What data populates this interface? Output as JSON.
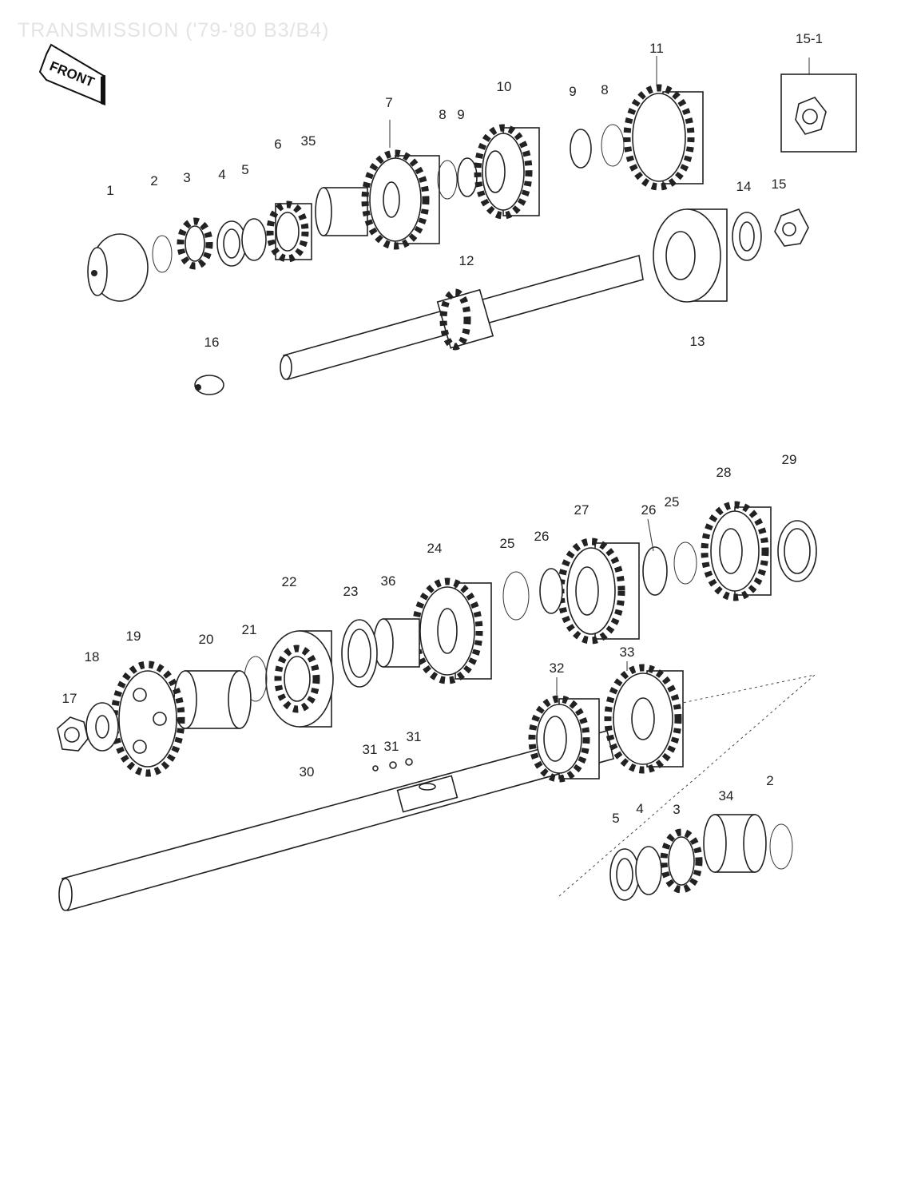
{
  "title": "TRANSMISSION ('79-'80 B3/B4)",
  "front_sign": "FRONT",
  "callouts": {
    "top": [
      "1",
      "2",
      "3",
      "4",
      "5",
      "6",
      "35",
      "7",
      "8",
      "9",
      "10",
      "9",
      "8",
      "11",
      "15-1",
      "14",
      "15",
      "12",
      "16",
      "13"
    ],
    "bottom": [
      "29",
      "28",
      "27",
      "26",
      "25",
      "26",
      "25",
      "24",
      "36",
      "23",
      "22",
      "21",
      "20",
      "19",
      "18",
      "17",
      "30",
      "31",
      "31",
      "31",
      "32",
      "33",
      "34",
      "2",
      "5",
      "4",
      "3"
    ]
  }
}
